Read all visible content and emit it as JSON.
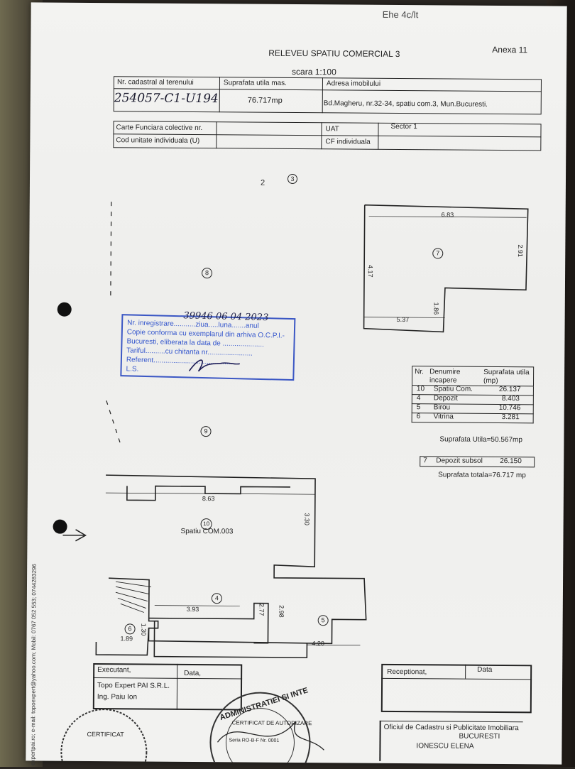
{
  "header": {
    "top_scribble": "Ehe 4c/lt",
    "annex": "Anexa 11",
    "title": "RELEVEU SPATIU COMERCIAL 3",
    "scale": "scara 1:100"
  },
  "info_table": {
    "cadastral_label": "Nr. cadastral al terenului",
    "cadastral_value": "254057-C1-U194",
    "area_label": "Suprafata utila mas.",
    "area_value": "76.717mp",
    "address_label": "Adresa imobilului",
    "address_value": "Bd.Magheru, nr.32-34, spatiu com.3, Mun.Bucuresti."
  },
  "info_table2": {
    "carte_label": "Carte Funciara colective nr.",
    "cod_label": "Cod unitate individuala (U)",
    "uat_label": "UAT",
    "sector_value": "Sector 1",
    "cf_label": "CF individuala"
  },
  "plan": {
    "labels": [
      "2",
      "3",
      "8",
      "9",
      "7",
      "10",
      "4",
      "5",
      "6"
    ],
    "room7_dims": [
      "6.83",
      "2.91",
      "4.17",
      "1.86",
      "5.37"
    ],
    "room10_name": "Spatiu COM.003",
    "room10_dims": [
      "8.63",
      "3.30"
    ],
    "lower_dims": [
      "3.93",
      "2.77",
      "2.98",
      "4.20",
      "1.89",
      "1.30"
    ]
  },
  "stamp": {
    "handwritten": "39946  06  04  2023",
    "lines": [
      "Nr. inregistrare...........ziua.....luna.......anul",
      "Copie conforma cu exemplarul din arhiva O.C.P.I.-",
      "Bucuresti, eliberata la data de .....................",
      "Tariful..........cu chitanta nr.......................",
      "Referent........................................",
      "L.S."
    ]
  },
  "rooms_table": {
    "headers": [
      "Nr.",
      "Denumire incapere",
      "Suprafata utila (mp)"
    ],
    "rows": [
      {
        "nr": "10",
        "name": "Spatiu Com.",
        "area": "26.137"
      },
      {
        "nr": "4",
        "name": "Depozit",
        "area": "8.403"
      },
      {
        "nr": "5",
        "name": "Birou",
        "area": "10.746"
      },
      {
        "nr": "6",
        "name": "Vitrina",
        "area": "3.281"
      }
    ],
    "usable_total": "Suprafata Utila=50.567mp",
    "basement": {
      "nr": "7",
      "name": "Depozit subsol",
      "area": "26.150"
    },
    "grand_total": "Suprafata totala=76.717 mp"
  },
  "side_text": "expertpai.ro; e-mail: topoexpert@yahoo.com; Mobil: 0767 052 553; 0744283296",
  "footer": {
    "executant_label": "Executant,",
    "date_label": "Data,",
    "company": "Topo Expert PAI S.R.L.",
    "engineer": "Ing. Paiu Ion",
    "received_label": "Receptionat,",
    "received_date_label": "Data",
    "office_line1": "Oficiul de Cadastru si Publicitate Imobiliara",
    "office_line2": "BUCURESTI",
    "office_line3": "IONESCU ELENA",
    "seal_text": "ADMINISTRATIEI SI INTE",
    "seal_inner": "CERTIFICAT DE AUTORIZARE",
    "seal_serial": "Seria RO-B-F Nr. 0001",
    "left_seal": "CERTIFICAT"
  },
  "colors": {
    "paper": "#f1f1ef",
    "ink": "#222222",
    "stamp_blue": "#3355cc"
  }
}
